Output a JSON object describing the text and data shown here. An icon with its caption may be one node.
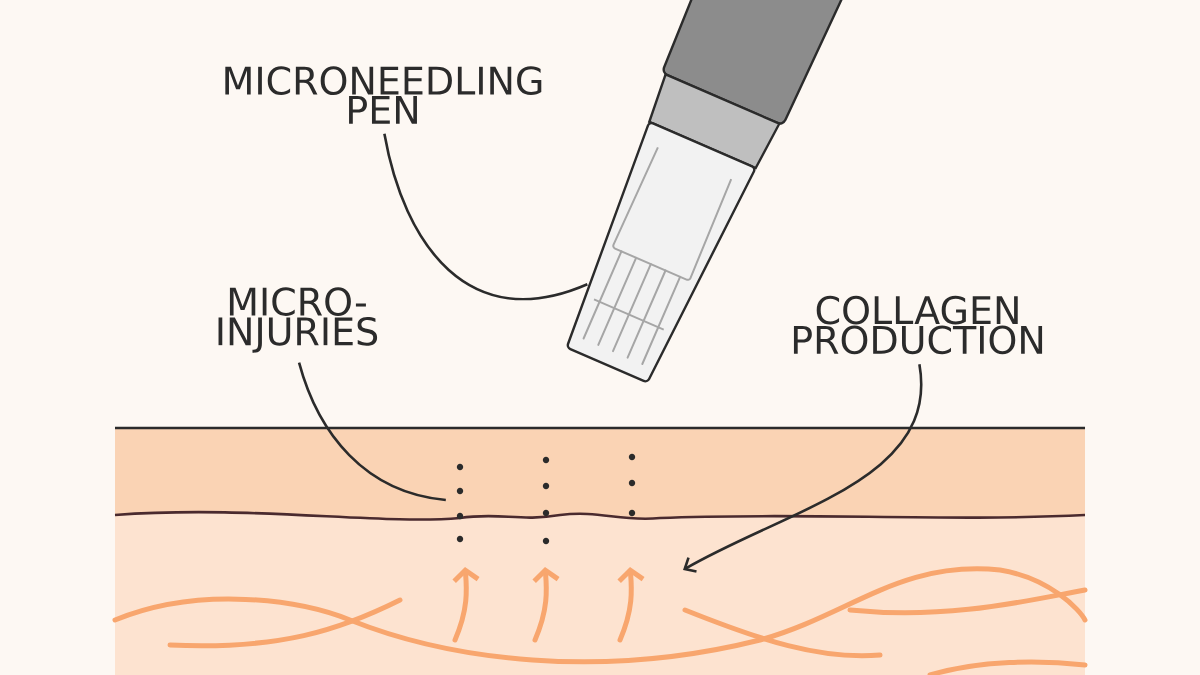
{
  "diagram": {
    "nodes": [
      {
        "text": [
          "MICRONEEDLING PEN"
        ]
      },
      {
        "text": [],
        "shape": "picture"
      },
      {
        "text": [
          "MICRO- INJURIES"
        ]
      },
      {
        "text": [],
        "shape": "picture"
      },
      {
        "text": [
          "COLLAGEN PRODUCTION"
        ]
      }
    ],
    "edges": [
      {
        "from": 0,
        "to": 1,
        "arrow": "none"
      },
      {
        "from": 2,
        "to": 3,
        "arrow": "none"
      },
      {
        "from": 4,
        "to": null,
        "arrow": "to"
      }
    ]
  }
}
